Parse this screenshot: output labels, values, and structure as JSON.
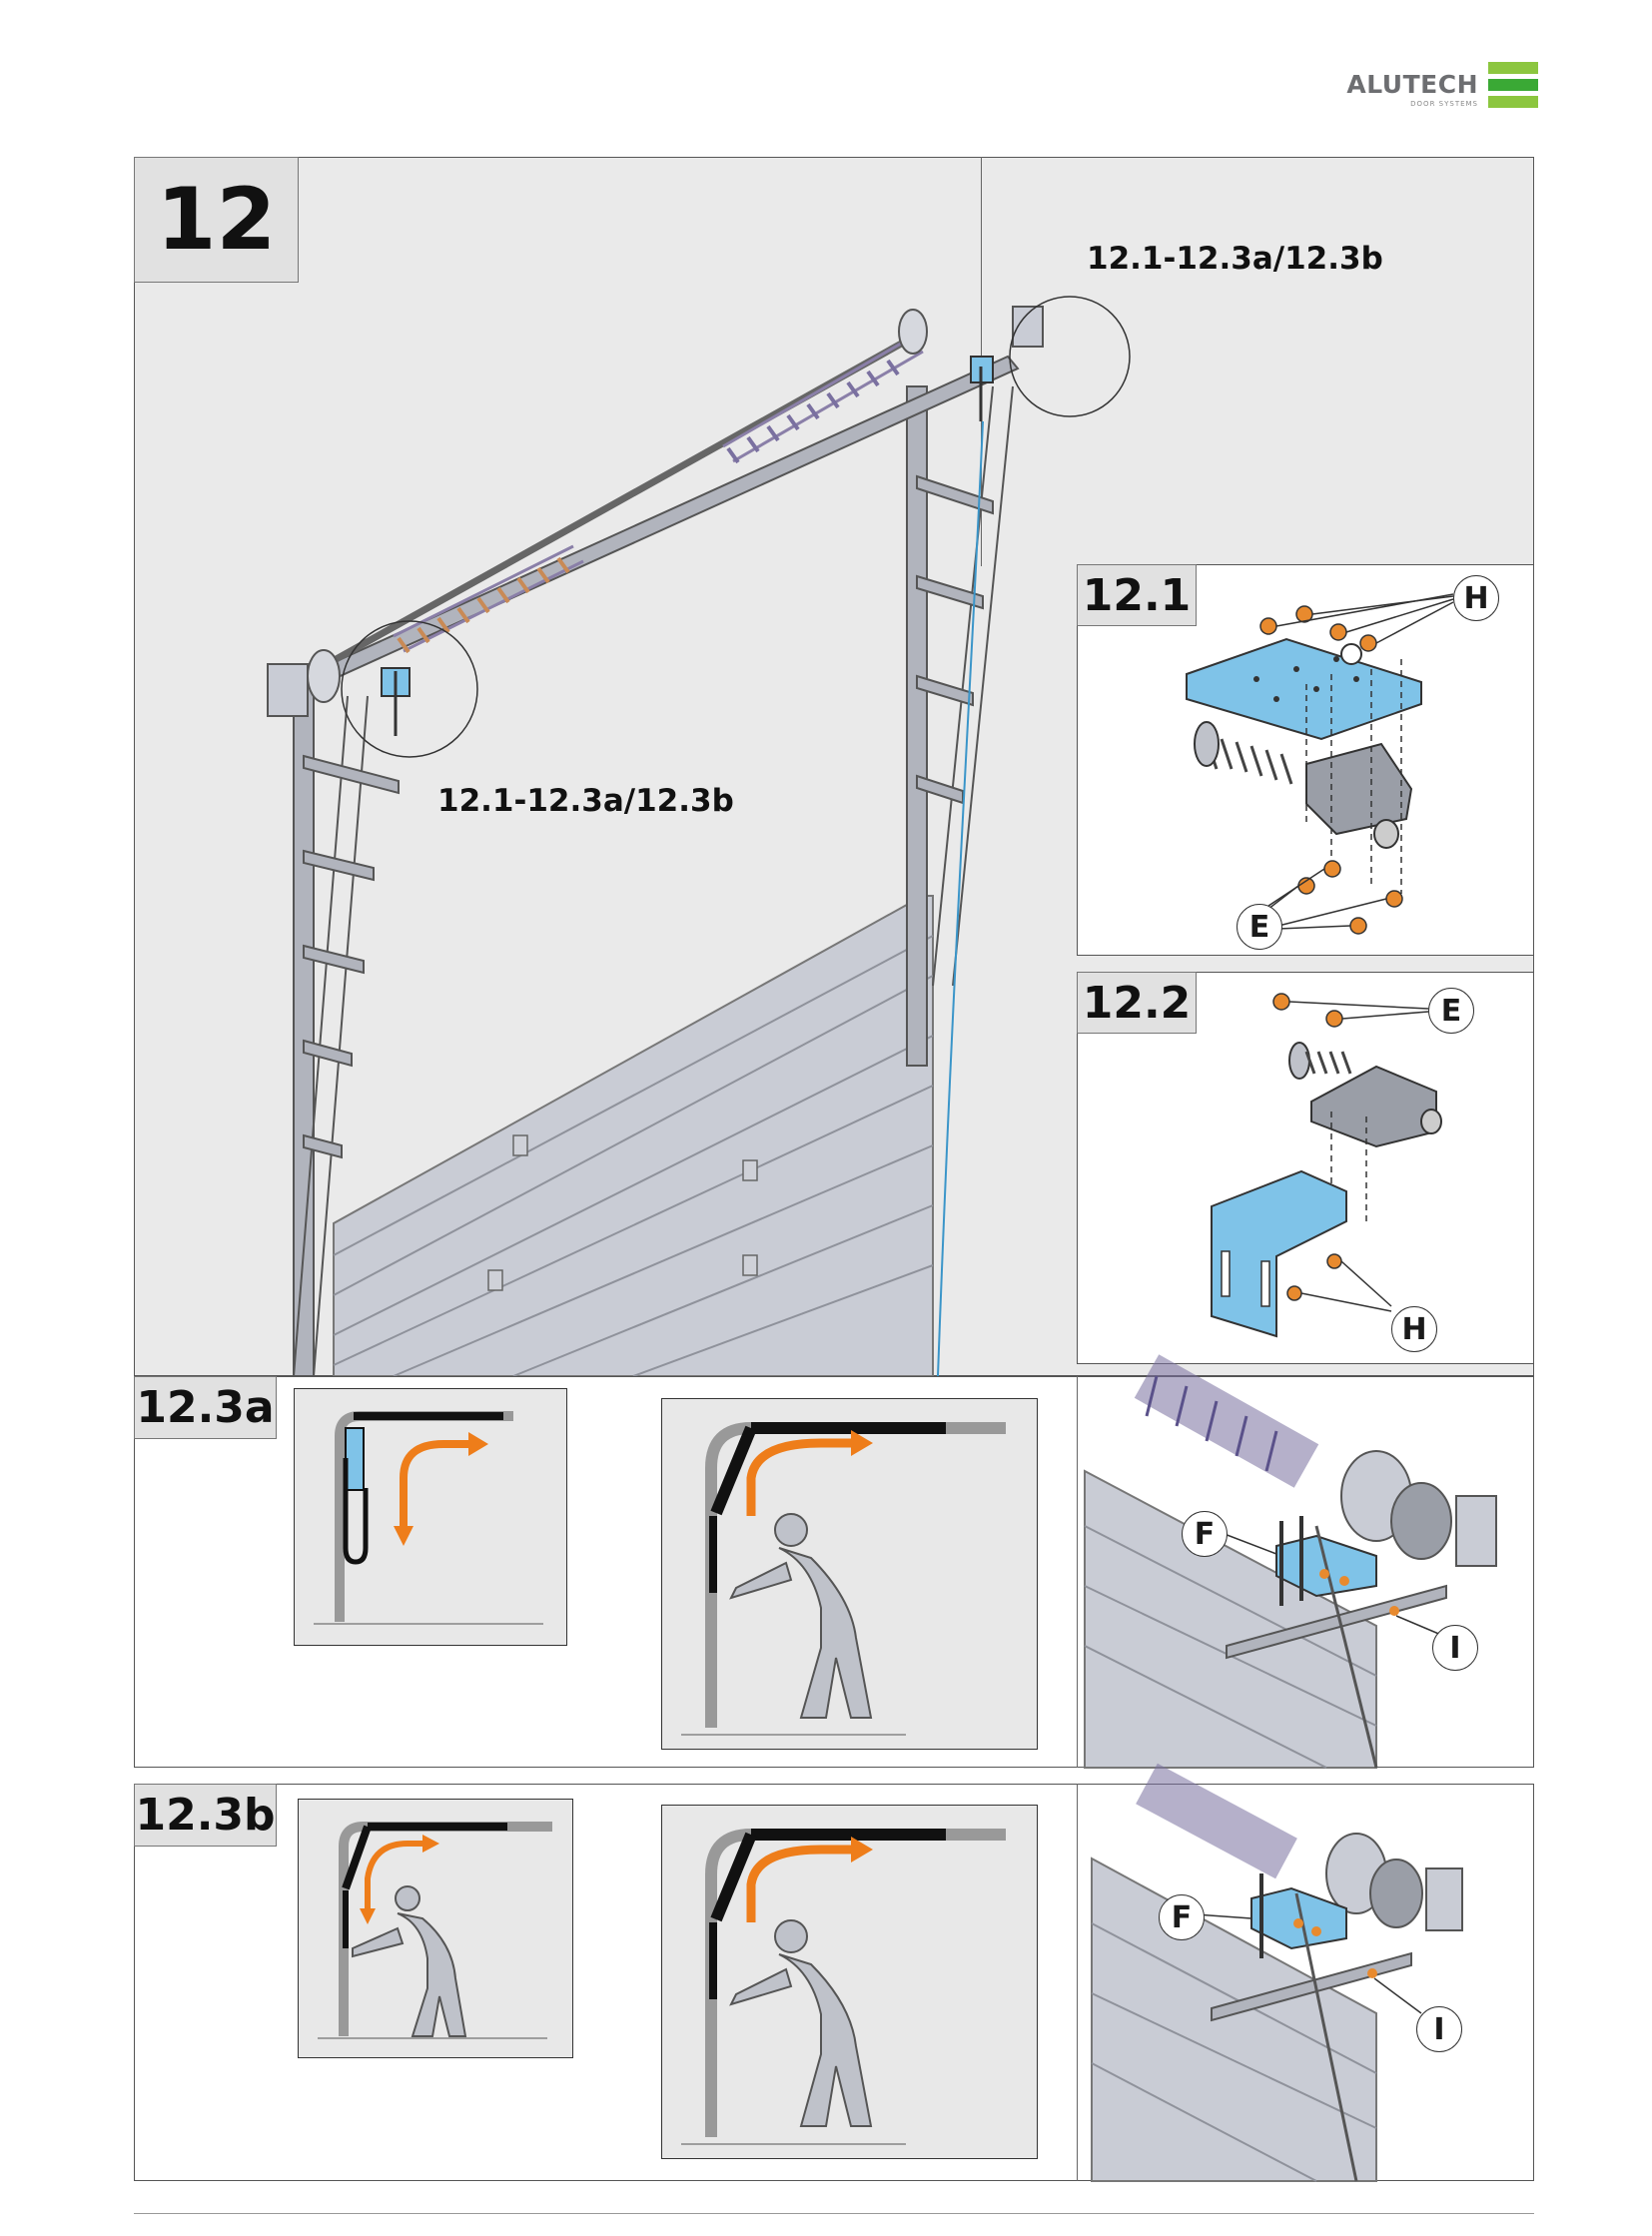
{
  "brand": {
    "name": "ALUTECH",
    "subtitle": "DOOR SYSTEMS",
    "green_light": "#8cc63f",
    "green_dark": "#3aa935"
  },
  "step": {
    "number": "12"
  },
  "captions": {
    "top_right": "12.1-12.3a/12.3b",
    "middle": "12.1-12.3a/12.3b"
  },
  "details": {
    "d121": {
      "label": "12.1",
      "callout_h": "H",
      "callout_e": "E"
    },
    "d122": {
      "label": "12.2",
      "callout_e": "E",
      "callout_h": "H"
    }
  },
  "variants": {
    "a": {
      "label": "12.3a",
      "callout_f": "F",
      "callout_i": "I"
    },
    "b": {
      "label": "12.3b",
      "callout_f": "F",
      "callout_i": "I"
    }
  },
  "colors": {
    "part_blue": "#7fc3e8",
    "fastener_orange": "#e88a2e",
    "arrow_orange": "#ee7d1a",
    "frame_grey": "#a9acb5"
  }
}
